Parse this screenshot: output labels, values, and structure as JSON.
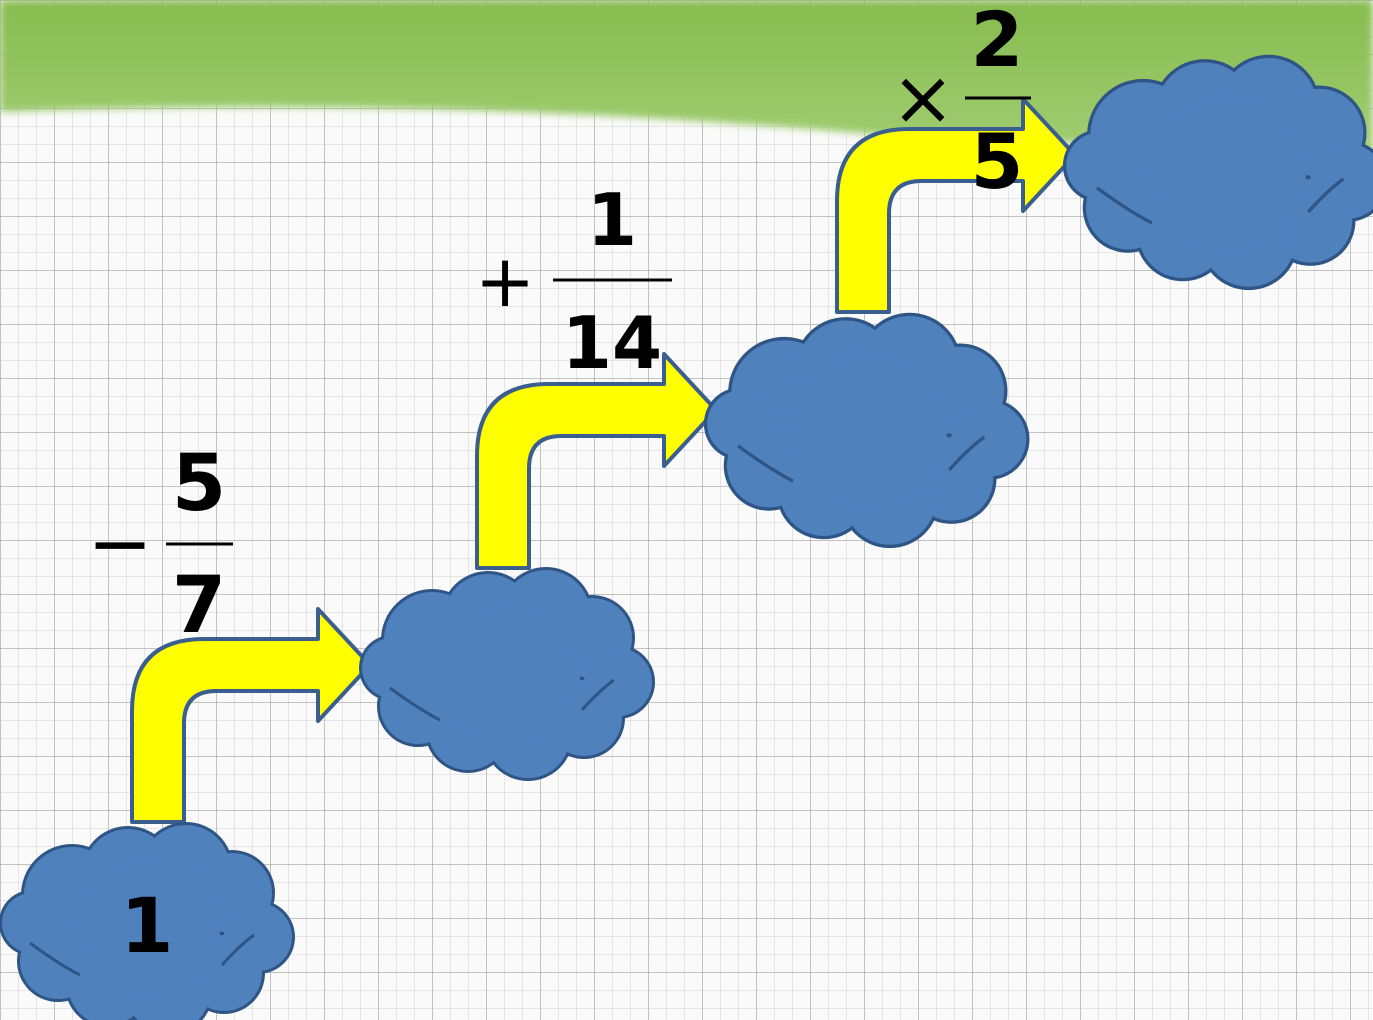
{
  "start_value": "1",
  "steps": [
    {
      "operator": "−",
      "numerator": "5",
      "denominator": "7"
    },
    {
      "operator": "+",
      "numerator": "1",
      "denominator": "14"
    },
    {
      "operator": "×",
      "numerator": "2",
      "denominator": "5"
    }
  ],
  "colors": {
    "banner_green": "#8dc057",
    "cloud_fill": "#4f81bd",
    "cloud_stroke": "#2e5585",
    "arrow_fill": "#ffff00",
    "arrow_stroke": "#3a5f8f"
  }
}
